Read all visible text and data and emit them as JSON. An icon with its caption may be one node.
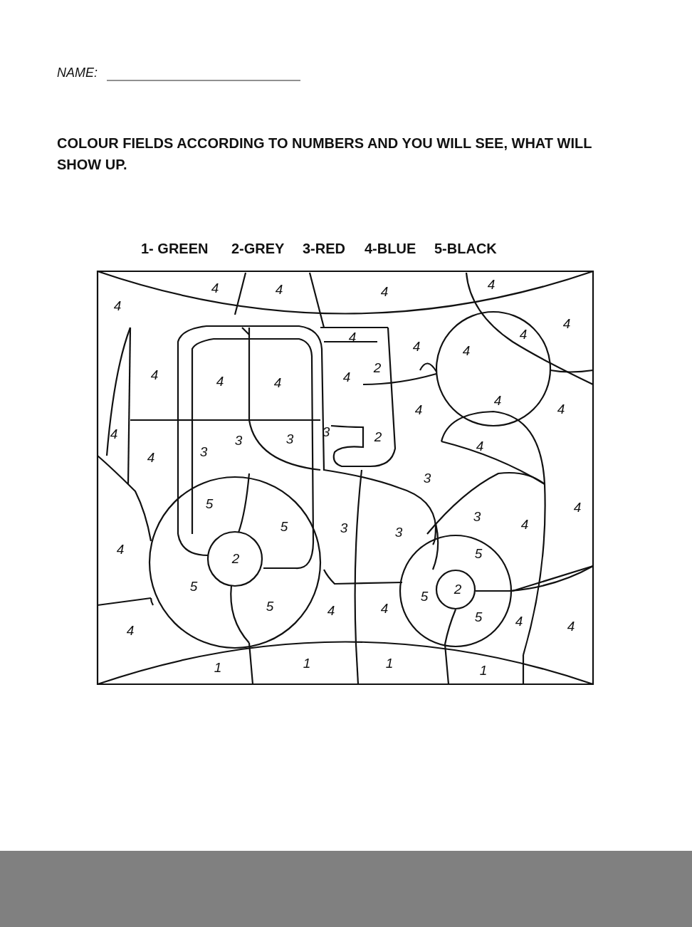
{
  "diagram": {
    "title": "COLOUR FIELDS ACCORDING TO NUMBERS AND YOU WILL SEE, WHAT WILL SHOW UP.",
    "labels": [
      "NAME:",
      "1- GREEN",
      "2-GREY",
      "3-RED",
      "4-BLUE",
      "5-BLACK",
      "4",
      "4",
      "4",
      "4",
      "4",
      "4",
      "4",
      "4",
      "4",
      "4",
      "4",
      "4",
      "4",
      "4",
      "2",
      "4",
      "4",
      "4",
      "4",
      "4",
      "3",
      "3",
      "3",
      "3",
      "2",
      "4",
      "3",
      "5",
      "5",
      "3",
      "3",
      "3",
      "4",
      "4",
      "4",
      "2",
      "5",
      "5",
      "5",
      "2",
      "4",
      "5",
      "4",
      "4",
      "5",
      "4",
      "4",
      "1",
      "1",
      "1",
      "1"
    ]
  }
}
